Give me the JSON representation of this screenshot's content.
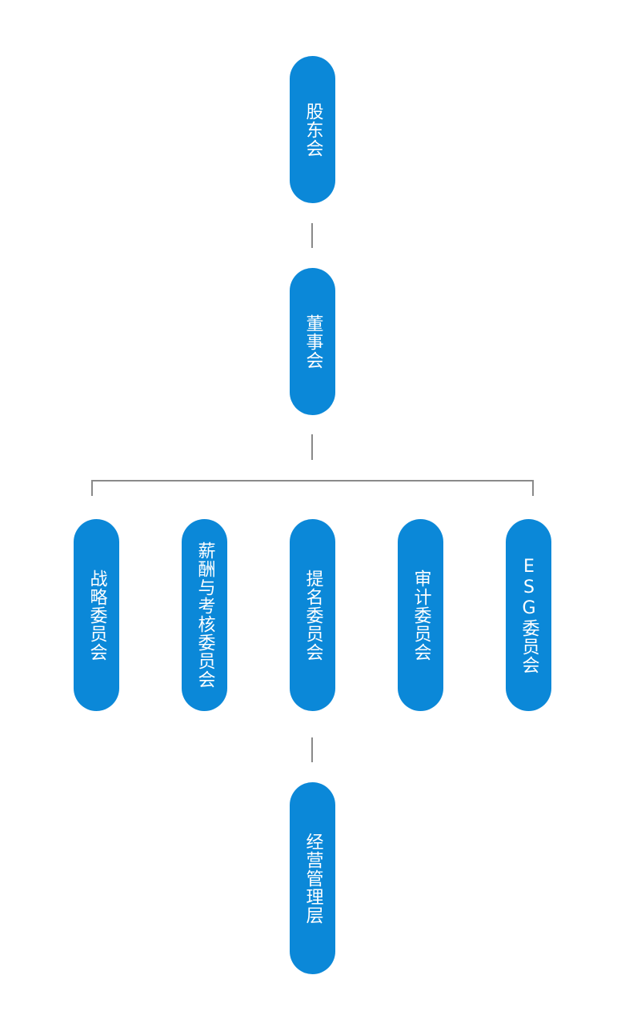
{
  "chart": {
    "shareholders": "股东会",
    "board": "董事会",
    "committees": [
      "战略委员会",
      "薪酬与考核委员会",
      "提名委员会",
      "审计委员会",
      "ESG委员会"
    ],
    "management": "经营管理层"
  },
  "colors": {
    "node_fill": "#0b88d8",
    "node_text": "#ffffff",
    "connector": "#8a8a8a",
    "background": "#ffffff"
  }
}
